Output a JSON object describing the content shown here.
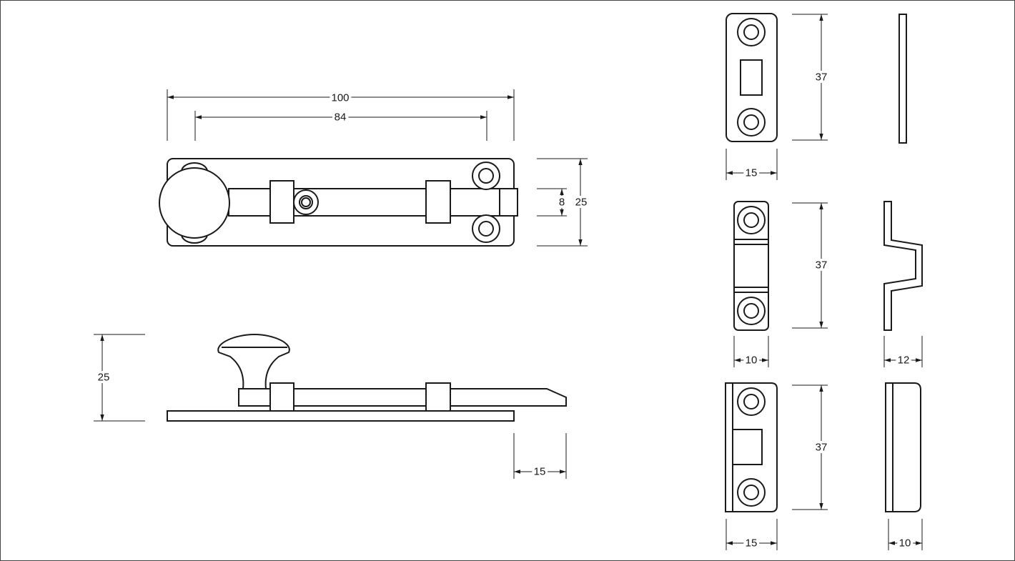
{
  "drawing": {
    "front_view": {
      "overall_length": "100",
      "fixing_centres": "84",
      "plate_height": "25",
      "bolt_height": "8"
    },
    "side_view": {
      "height": "25",
      "bolt_projection": "15"
    },
    "keep_flat": {
      "height": "37",
      "width": "15"
    },
    "keep_cranked": {
      "height": "37",
      "width": "10",
      "depth": "12"
    },
    "keep_box": {
      "height": "37",
      "width": "15",
      "depth": "10"
    }
  }
}
